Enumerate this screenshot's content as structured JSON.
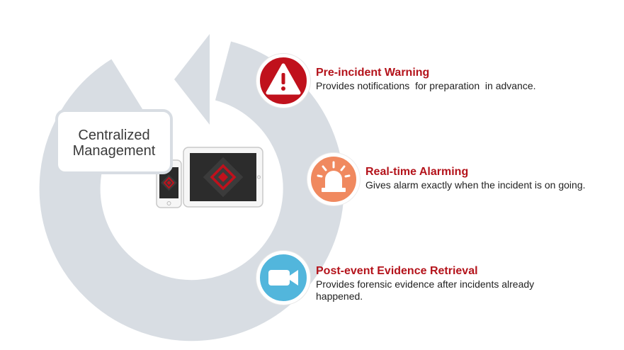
{
  "colors": {
    "accent_red": "#c0111c",
    "title_red": "#b4131b",
    "orange": "#f0895f",
    "blue": "#52b6dc",
    "arrow_gray": "#d8dde3"
  },
  "central": {
    "label_line1": "Centralized",
    "label_line2": "Management"
  },
  "items": [
    {
      "icon": "warning-icon",
      "title": "Pre-incident Warning",
      "description": "Provides notifications  for preparation  in advance."
    },
    {
      "icon": "siren-icon",
      "title": "Real-time Alarming",
      "description": "Gives alarm exactly when the incident is on going."
    },
    {
      "icon": "video-camera-icon",
      "title": "Post-event Evidence Retrieval",
      "description": "Provides forensic evidence after incidents already happened."
    }
  ]
}
